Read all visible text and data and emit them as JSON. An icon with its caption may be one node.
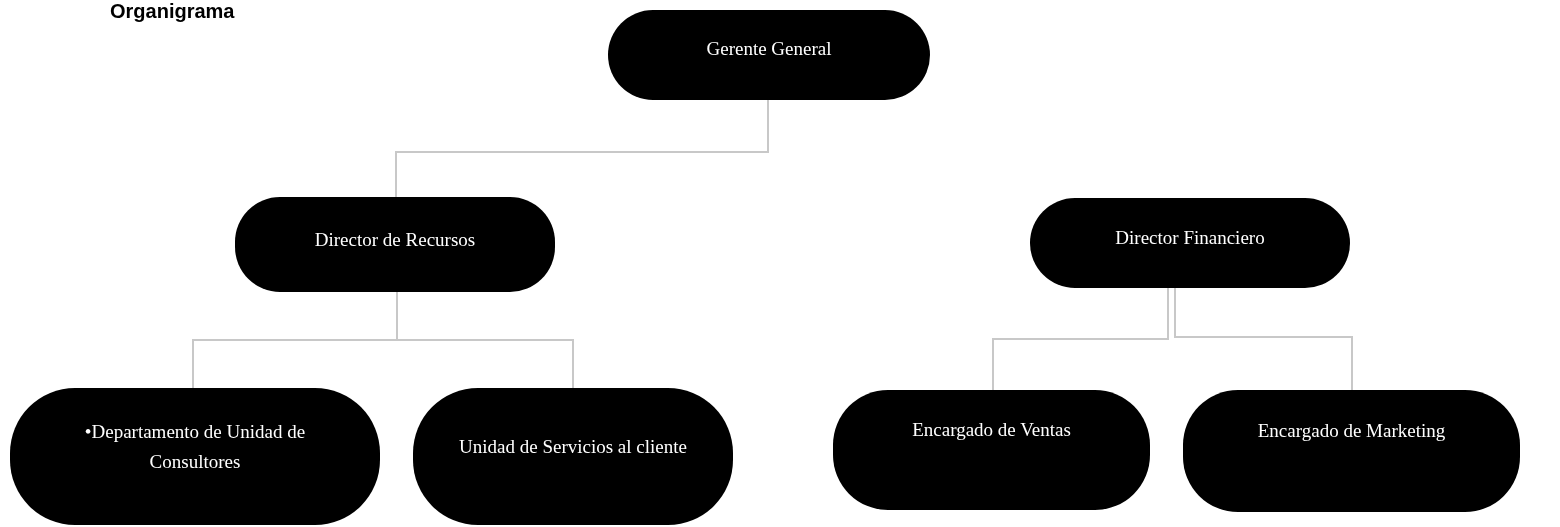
{
  "diagram": {
    "title": "Organigrama",
    "nodes": [
      {
        "text": [
          "Gerente General"
        ]
      },
      {
        "text": [
          "Director de Recursos"
        ]
      },
      {
        "text": [
          "Director Financiero"
        ]
      },
      {
        "text": [
          "•Departamento de Unidad de Consultores"
        ]
      },
      {
        "text": [
          "Unidad de Servicios al cliente"
        ]
      },
      {
        "text": [
          "Encargado de Ventas"
        ]
      },
      {
        "text": [
          "Encargado de Marketing"
        ]
      }
    ],
    "edges": [
      {
        "from": 0,
        "to": 1,
        "arrow": "none"
      },
      {
        "from": 1,
        "to": 3,
        "arrow": "none"
      },
      {
        "from": 1,
        "to": 4,
        "arrow": "none"
      },
      {
        "from": 2,
        "to": 5,
        "arrow": "none"
      },
      {
        "from": 2,
        "to": 6,
        "arrow": "none"
      }
    ]
  }
}
